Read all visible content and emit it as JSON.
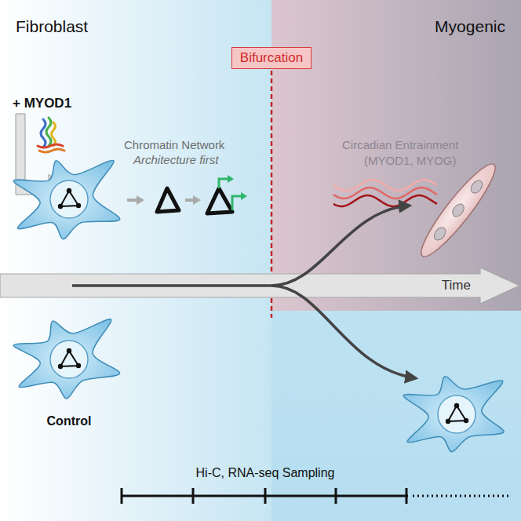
{
  "diagram": {
    "nodes": [
      {
        "text": [
          "Bifurcation"
        ]
      },
      {
        "text": [
          "Time"
        ]
      }
    ],
    "labels": [
      "Fibroblast",
      "Myogenic",
      "+ MYOD1",
      "Chromatin Network",
      "Architecture first",
      "Circadian Entrainment",
      "(MYOD1, MYOG)",
      "Control",
      "Hi-C, RNA-seq Sampling"
    ]
  }
}
